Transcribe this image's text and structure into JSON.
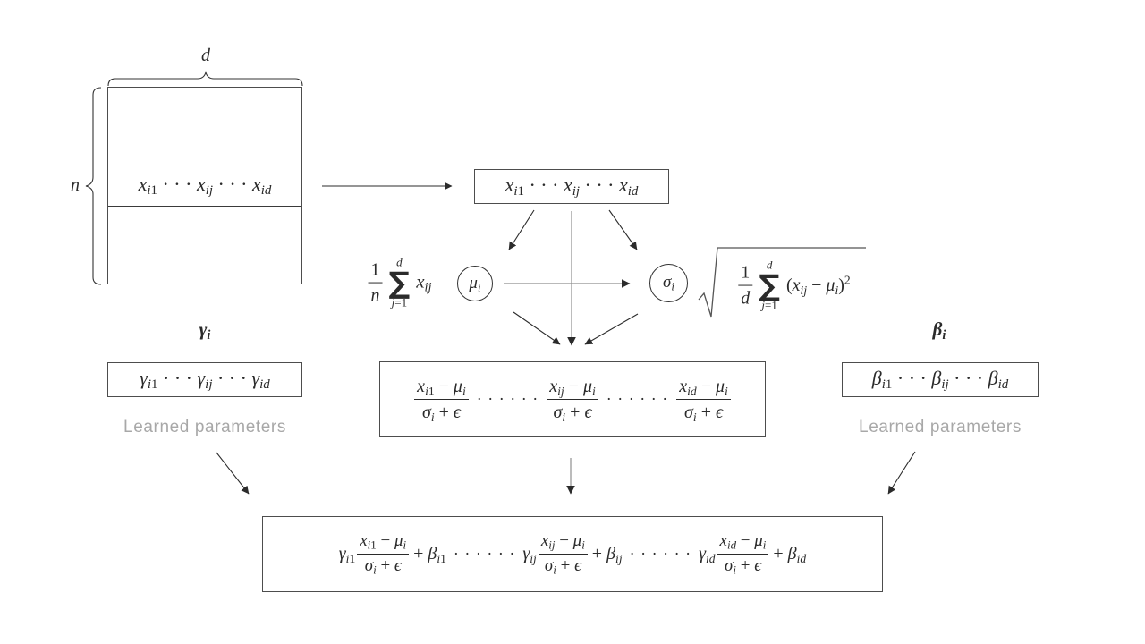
{
  "diagram_title": "layer-normalization-flow",
  "matrix": {
    "cols_label": "d",
    "rows_label": "n",
    "row": "x_{i1} · · · x_{ij} · · · x_{id}"
  },
  "vector_box": "x_{i1} · · · x_{ij} · · · x_{id}",
  "mean": {
    "frac_num": "1",
    "frac_den": "n",
    "sum_symbol": "∑",
    "sum_upper": "d",
    "sum_lower": "j=1",
    "operand": "x_{ij}",
    "circle": "μ_i"
  },
  "std": {
    "circle": "σ_i",
    "radical_symbol": "√",
    "frac_num": "1",
    "frac_den": "d",
    "sum_symbol": "∑",
    "sum_upper": "d",
    "sum_lower": "j=1",
    "operand": "(x_{ij} − μ_i)^2"
  },
  "normalized": {
    "separator": "· · · · · ·",
    "terms": [
      {
        "num": "x_{i1} − μ_i",
        "den": "σ_i + ϵ"
      },
      {
        "num": "x_{ij} − μ_i",
        "den": "σ_i + ϵ"
      },
      {
        "num": "x_{id} − μ_i",
        "den": "σ_i + ϵ"
      }
    ]
  },
  "gamma": {
    "title": "γ_i",
    "row": "γ_{i1} · · · γ_{ij} · · · γ_{id}",
    "caption": "Learned parameters"
  },
  "beta": {
    "title": "β_i",
    "row": "β_{i1} · · · β_{ij} · · · β_{id}",
    "caption": "Learned parameters"
  },
  "output": {
    "separator": "· · · · · ·",
    "terms": [
      {
        "coef": "γ_{i1}",
        "num": "x_{i1} − μ_i",
        "den": "σ_i + ϵ",
        "tail": "+ β_{i1}"
      },
      {
        "coef": "γ_{ij}",
        "num": "x_{ij} − μ_i",
        "den": "σ_i + ϵ",
        "tail": "+ β_{ij}"
      },
      {
        "coef": "γ_{id}",
        "num": "x_{id} − μ_i",
        "den": "σ_i + ϵ",
        "tail": "+ β_{id}"
      }
    ]
  },
  "colors": {
    "ink": "#2b2b2b",
    "muted_arrow": "#8f8f8f",
    "caption_gray": "#a8a8a8",
    "box_border": "#4d4d4d"
  }
}
